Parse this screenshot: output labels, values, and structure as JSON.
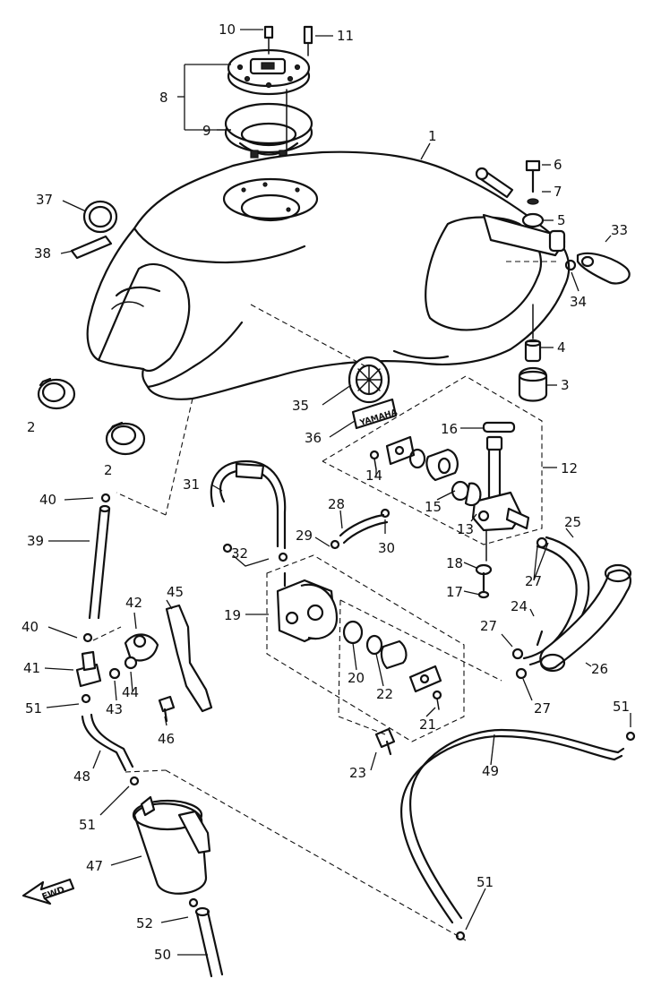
{
  "callouts": {
    "c1": "1",
    "c2a": "2",
    "c2b": "2",
    "c3": "3",
    "c4": "4",
    "c5": "5",
    "c6": "6",
    "c7": "7",
    "c8": "8",
    "c9": "9",
    "c10": "10",
    "c11": "11",
    "c12": "12",
    "c13": "13",
    "c14": "14",
    "c15": "15",
    "c16": "16",
    "c17": "17",
    "c18": "18",
    "c19": "19",
    "c20": "20",
    "c21": "21",
    "c22": "22",
    "c23": "23",
    "c24": "24",
    "c25": "25",
    "c26": "26",
    "c27a": "27",
    "c27b": "27",
    "c27c": "27",
    "c28": "28",
    "c29": "29",
    "c30": "30",
    "c31": "31",
    "c32": "32",
    "c33": "33",
    "c34": "34",
    "c35": "35",
    "c36": "36",
    "c37": "37",
    "c38": "38",
    "c39": "39",
    "c40a": "40",
    "c40b": "40",
    "c41": "41",
    "c42": "42",
    "c43": "43",
    "c44": "44",
    "c45": "45",
    "c46": "46",
    "c47": "47",
    "c48": "48",
    "c49": "49",
    "c50": "50",
    "c51a": "51",
    "c51b": "51",
    "c51c": "51",
    "c51d": "51",
    "c52": "52"
  },
  "fwd_label": "FWD",
  "emblem_text": "YAMAHA"
}
